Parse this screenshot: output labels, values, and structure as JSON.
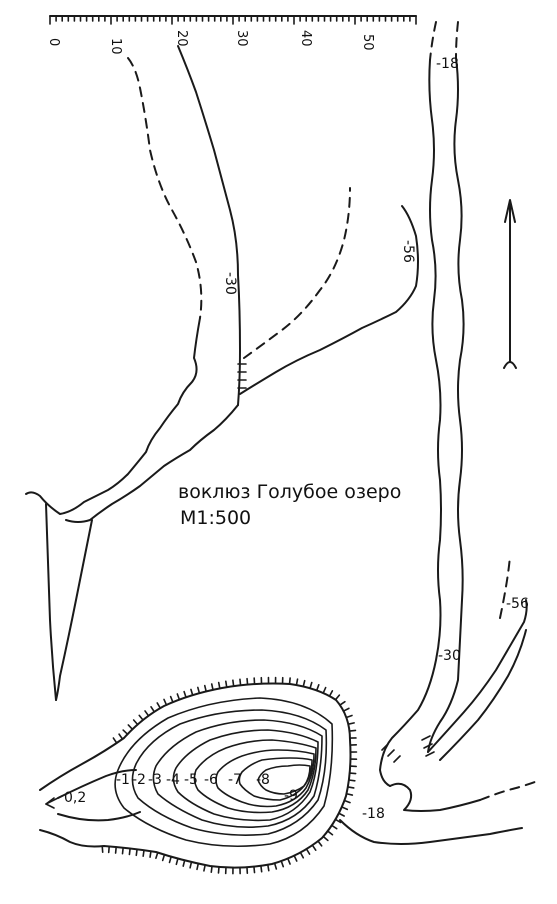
{
  "title": "воклюз Голубое озеро",
  "scale": "М1:500",
  "scale_bar": {
    "ticks": [
      "0",
      "10",
      "20",
      "30",
      "40",
      "50"
    ]
  },
  "depth_labels": {
    "upper_left_wall": "-30",
    "upper_right_wall": "-56",
    "top_shaft": "-18",
    "right_shaft_lower": "-30",
    "right_branch": "-56",
    "bottom_junction": "-18"
  },
  "lake_contours": [
    "-1",
    "-2",
    "-3",
    "-4",
    "-5",
    "-6",
    "-7",
    "-8",
    "-9"
  ],
  "outflow_label": "0,2",
  "north_arrow": "north-arrow",
  "colors": {
    "ink": "#1a1a1a",
    "paper": "#ffffff"
  }
}
